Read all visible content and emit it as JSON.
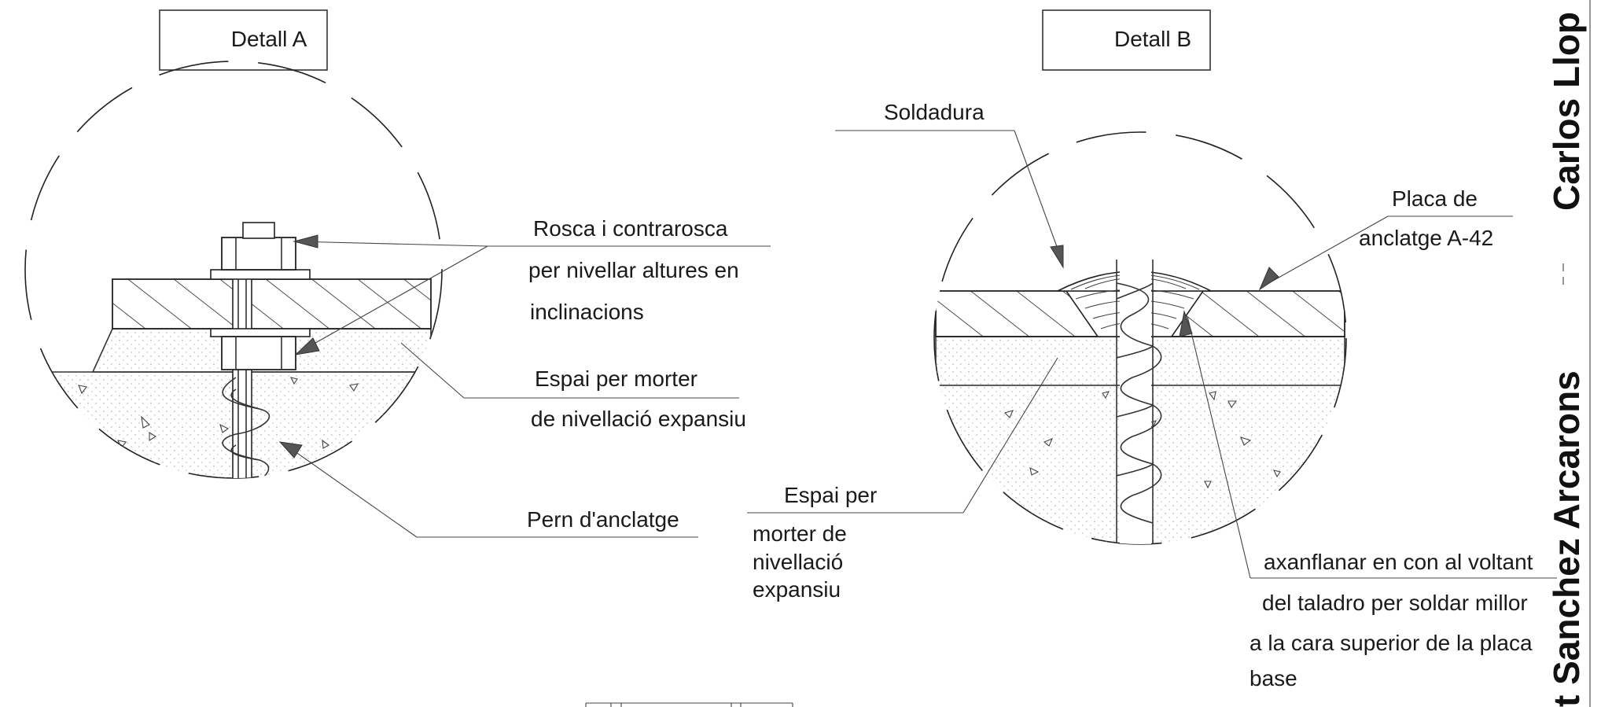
{
  "detail_a": {
    "title": "Detall A",
    "labels": {
      "rosca_1": "Rosca i contrarosca",
      "rosca_2": "per nivellar altures en",
      "rosca_3": "inclinacions",
      "espai_1": "Espai per morter",
      "espai_2": "de nivellació expansiu",
      "pern": "Pern d'anclatge"
    }
  },
  "detail_b": {
    "title": "Detall B",
    "labels": {
      "soldadura": "Soldadura",
      "placa_1": "Placa de",
      "placa_2": "anclatge A-42",
      "espai_1": "Espai per",
      "espai_2": "morter de",
      "espai_3": "nivellació",
      "espai_4": "expansiu",
      "axan_1": "axanflanar en con al voltant",
      "axan_2": "del taladro per soldar millor",
      "axan_3": "a la cara superior de la placa",
      "axan_4": "base"
    }
  },
  "title_block": {
    "line_1": "Carlos Llop",
    "line_2": "t Sanchez Arcarons"
  }
}
